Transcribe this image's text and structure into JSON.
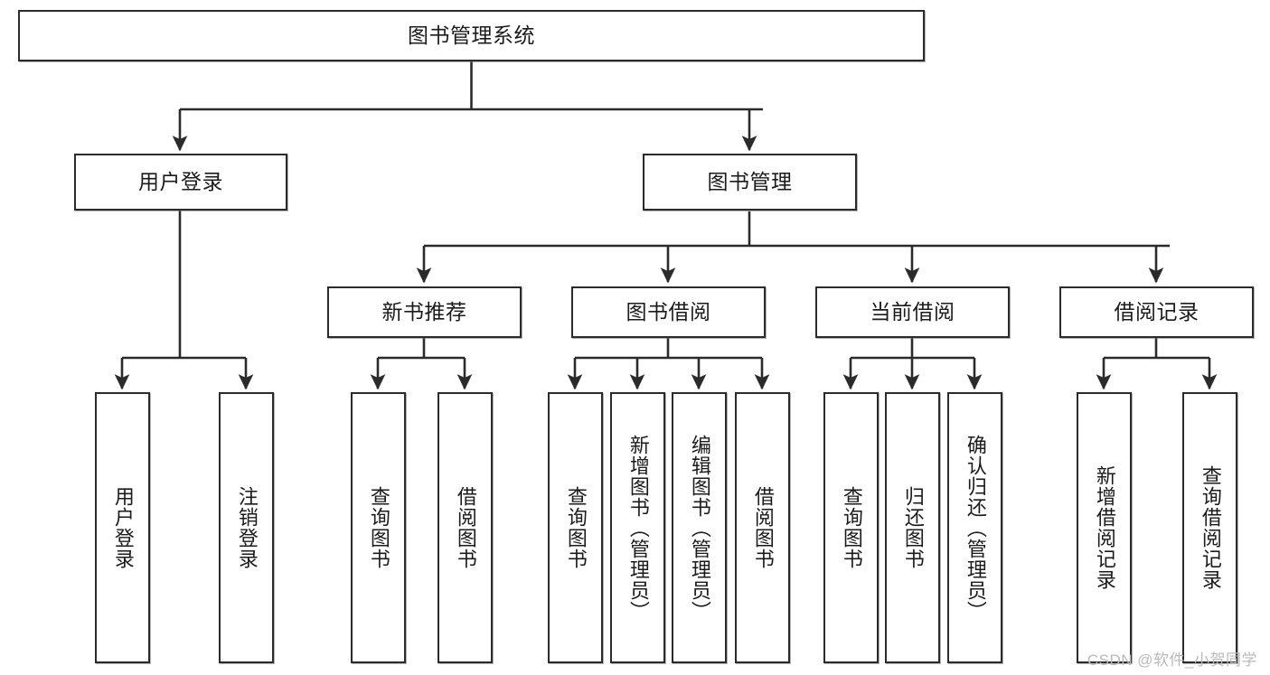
{
  "diagram": {
    "title": "图书管理系统",
    "type": "hierarchy-tree",
    "orientation": "top-down",
    "stroke_color": "#2b2b2b",
    "fill_color": "#ffffff",
    "text_color": "#1b1b1b"
  },
  "nodes": {
    "root": {
      "label": "图书管理系统",
      "level": 0
    },
    "l1": [
      {
        "id": "user-login",
        "label": "用户登录",
        "level": 1
      },
      {
        "id": "book-manage",
        "label": "图书管理",
        "level": 1
      }
    ],
    "l2": [
      {
        "id": "new-book-recommend",
        "label": "新书推荐",
        "level": 2,
        "parent": "book-manage"
      },
      {
        "id": "book-borrow",
        "label": "图书借阅",
        "level": 2,
        "parent": "book-manage"
      },
      {
        "id": "current-borrow",
        "label": "当前借阅",
        "level": 2,
        "parent": "book-manage"
      },
      {
        "id": "borrow-record",
        "label": "借阅记录",
        "level": 2,
        "parent": "book-manage"
      }
    ],
    "leaves": [
      {
        "id": "leaf-user-login",
        "label": "用户登录",
        "parent": "user-login"
      },
      {
        "id": "leaf-logout-login",
        "label": "注销登录",
        "parent": "user-login"
      },
      {
        "id": "leaf-query-book-1",
        "label": "查询图书",
        "parent": "new-book-recommend"
      },
      {
        "id": "leaf-borrow-book-1",
        "label": "借阅图书",
        "parent": "new-book-recommend"
      },
      {
        "id": "leaf-query-book-2",
        "label": "查询图书",
        "parent": "book-borrow"
      },
      {
        "id": "leaf-add-book",
        "label": "新增图书（管理员）",
        "parent": "book-borrow"
      },
      {
        "id": "leaf-edit-book",
        "label": "编辑图书（管理员）",
        "parent": "book-borrow"
      },
      {
        "id": "leaf-borrow-book-2",
        "label": "借阅图书",
        "parent": "book-borrow"
      },
      {
        "id": "leaf-query-book-3",
        "label": "查询图书",
        "parent": "current-borrow"
      },
      {
        "id": "leaf-return-book",
        "label": "归还图书",
        "parent": "current-borrow"
      },
      {
        "id": "leaf-confirm-return",
        "label": "确认归还（管理员）",
        "parent": "current-borrow"
      },
      {
        "id": "leaf-add-record",
        "label": "新增借阅记录",
        "parent": "borrow-record"
      },
      {
        "id": "leaf-query-record",
        "label": "查询借阅记录",
        "parent": "borrow-record"
      }
    ]
  },
  "watermark": {
    "text": "CSDN @软件_小贺同学"
  }
}
